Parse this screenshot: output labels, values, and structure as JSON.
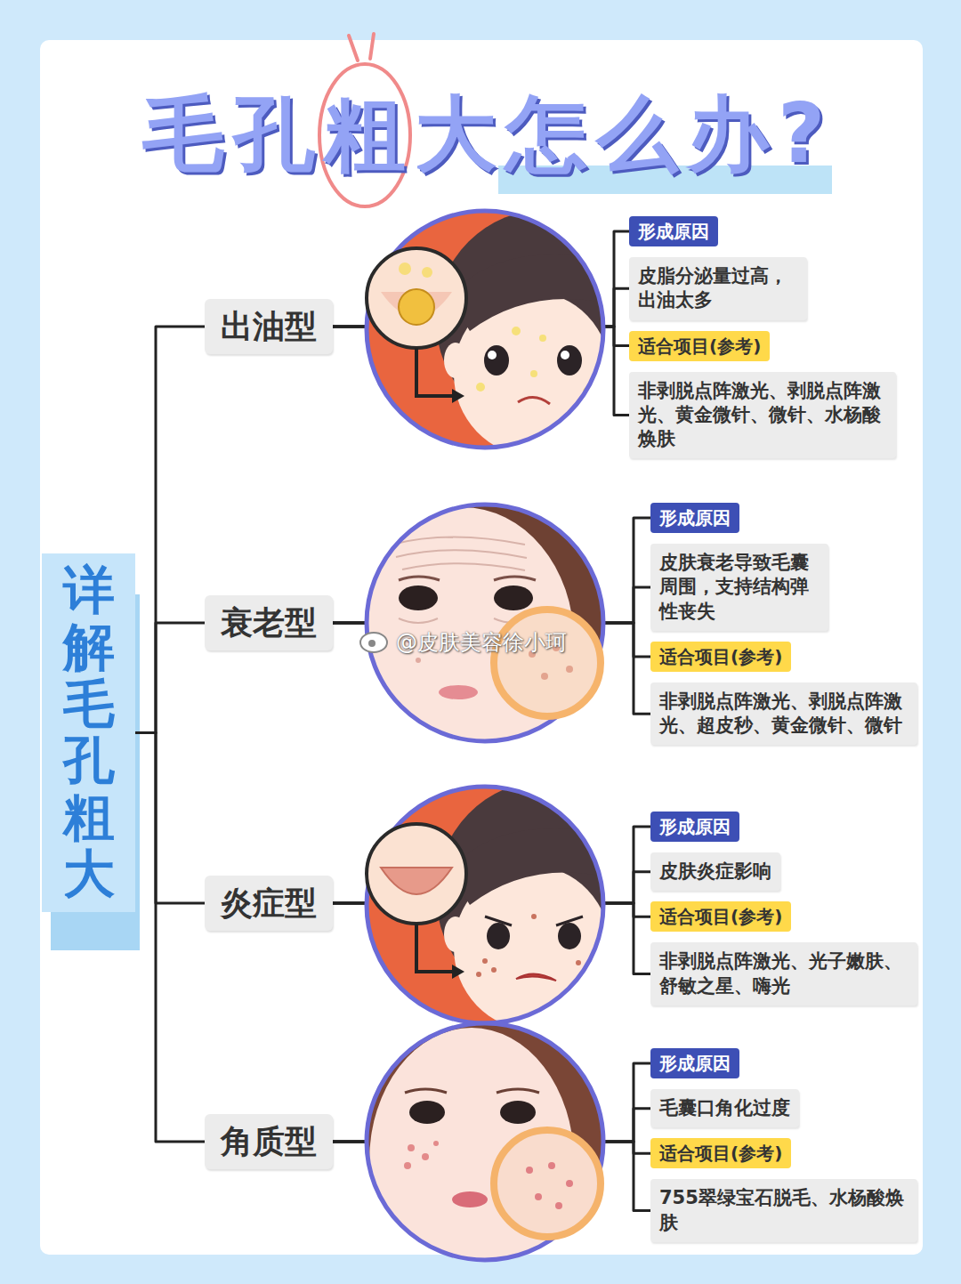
{
  "diagram": {
    "title": "毛孔粗大怎么办?",
    "nodes": [
      {
        "text": [
          "详解毛孔粗大"
        ]
      },
      {
        "text": [
          "出油型"
        ]
      },
      {
        "text": [
          "形成原因"
        ]
      },
      {
        "text": [
          "皮脂分泌量过高，出油太多"
        ]
      },
      {
        "text": [
          "适合项目(参考)"
        ]
      },
      {
        "text": [
          "非剥脱点阵激光、剥脱点阵激光、黄金微针、微针、水杨酸焕肤"
        ]
      },
      {
        "text": [
          "衰老型"
        ]
      },
      {
        "text": [
          "形成原因"
        ]
      },
      {
        "text": [
          "皮肤衰老导致毛囊周围，支持结构弹性丧失"
        ]
      },
      {
        "text": [
          "适合项目(参考)"
        ]
      },
      {
        "text": [
          "非剥脱点阵激光、剥脱点阵激光、超皮秒、黄金微针、微针"
        ]
      },
      {
        "text": [
          "炎症型"
        ]
      },
      {
        "text": [
          "形成原因"
        ]
      },
      {
        "text": [
          "皮肤炎症影响"
        ]
      },
      {
        "text": [
          "适合项目(参考)"
        ]
      },
      {
        "text": [
          "非剥脱点阵激光、光子嫩肤、舒敏之星、嗨光"
        ]
      },
      {
        "text": [
          "角质型"
        ]
      },
      {
        "text": [
          "形成原因"
        ]
      },
      {
        "text": [
          "毛囊口角化过度"
        ]
      },
      {
        "text": [
          "适合项目(参考)"
        ]
      },
      {
        "text": [
          "755翠绿宝石脱毛、水杨酸焕肤"
        ]
      }
    ],
    "edges": [
      {
        "from": 0,
        "to": 1,
        "arrow": "none"
      },
      {
        "from": 0,
        "to": 6,
        "arrow": "none"
      },
      {
        "from": 0,
        "to": 11,
        "arrow": "none"
      },
      {
        "from": 0,
        "to": 16,
        "arrow": "none"
      },
      {
        "from": 1,
        "to": 2,
        "arrow": "none"
      },
      {
        "from": 1,
        "to": 3,
        "arrow": "none"
      },
      {
        "from": 1,
        "to": 4,
        "arrow": "none"
      },
      {
        "from": 1,
        "to": 5,
        "arrow": "none"
      },
      {
        "from": 6,
        "to": 7,
        "arrow": "none"
      },
      {
        "from": 6,
        "to": 8,
        "arrow": "none"
      },
      {
        "from": 6,
        "to": 9,
        "arrow": "none"
      },
      {
        "from": 6,
        "to": 10,
        "arrow": "none"
      },
      {
        "from": 11,
        "to": 12,
        "arrow": "none"
      },
      {
        "from": 11,
        "to": 13,
        "arrow": "none"
      },
      {
        "from": 11,
        "to": 14,
        "arrow": "none"
      },
      {
        "from": 11,
        "to": 15,
        "arrow": "none"
      },
      {
        "from": 16,
        "to": 17,
        "arrow": "none"
      },
      {
        "from": 16,
        "to": 18,
        "arrow": "none"
      },
      {
        "from": 16,
        "to": 19,
        "arrow": "none"
      },
      {
        "from": 16,
        "to": 20,
        "arrow": "none"
      }
    ],
    "labels": [
      "@皮肤美容徐小珂"
    ]
  }
}
